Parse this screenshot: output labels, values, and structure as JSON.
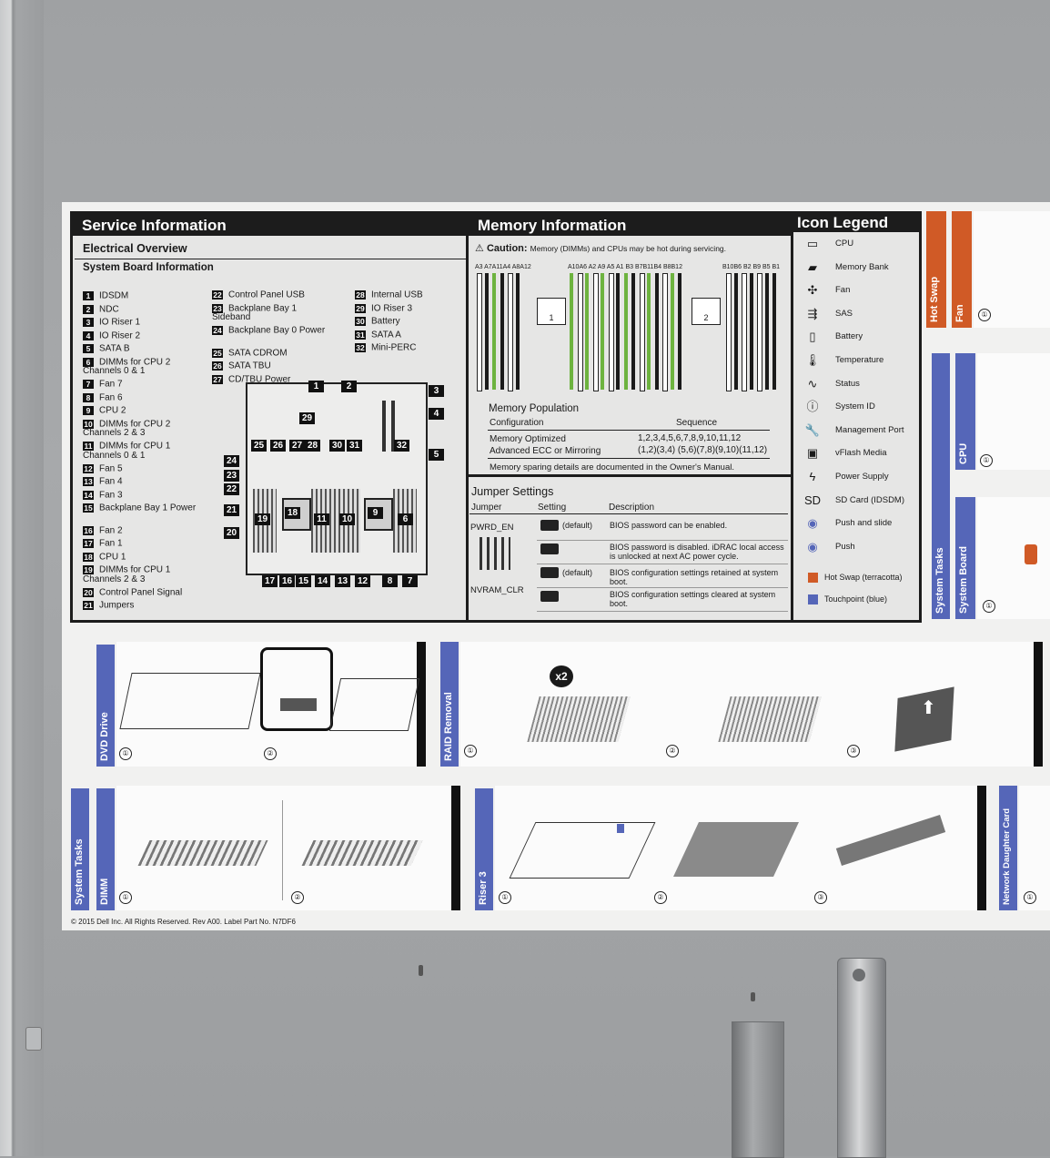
{
  "service": {
    "title": "Service Information",
    "electrical": "Electrical Overview",
    "board_info": "System Board Information",
    "col1": [
      {
        "n": "1",
        "t": "IDSDM"
      },
      {
        "n": "2",
        "t": "NDC"
      },
      {
        "n": "3",
        "t": "IO Riser 1"
      },
      {
        "n": "4",
        "t": "IO Riser 2"
      },
      {
        "n": "5",
        "t": "SATA B"
      },
      {
        "n": "6",
        "t": "DIMMs for CPU 2 Channels 0 & 1"
      },
      {
        "n": "7",
        "t": "Fan 7"
      },
      {
        "n": "8",
        "t": "Fan 6"
      },
      {
        "n": "9",
        "t": "CPU 2"
      },
      {
        "n": "10",
        "t": "DIMMs for CPU 2 Channels 2 & 3"
      },
      {
        "n": "11",
        "t": "DIMMs for CPU 1 Channels 0 & 1"
      },
      {
        "n": "12",
        "t": "Fan 5"
      },
      {
        "n": "13",
        "t": "Fan 4"
      },
      {
        "n": "14",
        "t": "Fan 3"
      },
      {
        "n": "15",
        "t": "Backplane Bay 1 Power"
      },
      {
        "n": "16",
        "t": "Fan 2"
      },
      {
        "n": "17",
        "t": "Fan 1"
      },
      {
        "n": "18",
        "t": "CPU 1"
      },
      {
        "n": "19",
        "t": "DIMMs for CPU 1 Channels 2 & 3"
      },
      {
        "n": "20",
        "t": "Control Panel Signal"
      },
      {
        "n": "21",
        "t": "Jumpers"
      }
    ],
    "col2": [
      {
        "n": "22",
        "t": "Control Panel USB"
      },
      {
        "n": "23",
        "t": "Backplane Bay 1 Sideband"
      },
      {
        "n": "24",
        "t": "Backplane Bay 0 Power"
      },
      {
        "n": "25",
        "t": "SATA CDROM"
      },
      {
        "n": "26",
        "t": "SATA TBU"
      },
      {
        "n": "27",
        "t": "CD/TBU Power"
      }
    ],
    "col3": [
      {
        "n": "28",
        "t": "Internal USB"
      },
      {
        "n": "29",
        "t": "IO Riser 3"
      },
      {
        "n": "30",
        "t": "Battery"
      },
      {
        "n": "31",
        "t": "SATA A"
      },
      {
        "n": "32",
        "t": "Mini-PERC"
      }
    ]
  },
  "memory": {
    "title": "Memory Information",
    "caution": "Caution:",
    "caution_text": "Memory (DIMMs) and CPUs may be hot during servicing.",
    "cpu1": "1",
    "cpu2": "2",
    "slots_a_left": "A3 A7A11A4 A8A12",
    "slots_a_right": "A10A6 A2 A9 A5 A1 B3 B7B11B4 B8B12",
    "slots_b": "B10B6 B2 B9 B5 B1",
    "population": "Memory Population",
    "config_hdr": "Configuration",
    "seq_hdr": "Sequence",
    "rows": [
      {
        "c": "Memory Optimized",
        "s": "1,2,3,4,5,6,7,8,9,10,11,12"
      },
      {
        "c": "Advanced ECC or Mirroring",
        "s": "(1,2)(3,4) (5,6)(7,8)(9,10)(11,12)"
      }
    ],
    "sparing": "Memory sparing details are documented in the Owner's Manual."
  },
  "jumper": {
    "title": "Jumper Settings",
    "h_jumper": "Jumper",
    "h_setting": "Setting",
    "h_desc": "Description",
    "pwrd": "PWRD_EN",
    "nvram": "NVRAM_CLR",
    "rows": [
      {
        "set": "(default)",
        "d": "BIOS password can be enabled."
      },
      {
        "set": "",
        "d": "BIOS password is disabled. iDRAC local access is unlocked at next AC power cycle."
      },
      {
        "set": "(default)",
        "d": "BIOS configuration settings retained at system boot."
      },
      {
        "set": "",
        "d": "BIOS configuration settings cleared at system boot."
      }
    ]
  },
  "legend": {
    "title": "Icon Legend",
    "items": [
      {
        "icon": "cpu-icon",
        "g": "▭",
        "t": "CPU"
      },
      {
        "icon": "memory-bank-icon",
        "g": "▰",
        "t": "Memory Bank"
      },
      {
        "icon": "fan-icon",
        "g": "✣",
        "t": "Fan"
      },
      {
        "icon": "sas-icon",
        "g": "⇶",
        "t": "SAS"
      },
      {
        "icon": "battery-icon",
        "g": "▯",
        "t": "Battery"
      },
      {
        "icon": "temperature-icon",
        "g": "🌡",
        "t": "Temperature"
      },
      {
        "icon": "status-icon",
        "g": "∿",
        "t": "Status"
      },
      {
        "icon": "system-id-icon",
        "g": "ⓘ",
        "t": "System ID"
      },
      {
        "icon": "management-port-icon",
        "g": "🔧",
        "t": "Management Port"
      },
      {
        "icon": "vflash-media-icon",
        "g": "▣",
        "t": "vFlash Media"
      },
      {
        "icon": "power-supply-icon",
        "g": "ϟ",
        "t": "Power Supply"
      },
      {
        "icon": "sd-card-icon",
        "g": "SD",
        "t": "SD Card (IDSDM)"
      },
      {
        "icon": "push-slide-icon",
        "g": "◉",
        "t": "Push and slide"
      },
      {
        "icon": "push-icon",
        "g": "◉",
        "t": "Push"
      }
    ],
    "hot_swap": "Hot Swap (terracotta)",
    "touchpoint": "Touchpoint (blue)"
  },
  "right_tasks": {
    "hot_swap": "Hot Swap",
    "fan": "Fan",
    "system_tasks": "System Tasks",
    "cpu": "CPU",
    "system_board": "System Board"
  },
  "tasks": {
    "dvd": "DVD Drive",
    "raid": "RAID Removal",
    "x2": "x2",
    "system_tasks": "System Tasks",
    "dimm": "DIMM",
    "riser": "Riser 3",
    "ndc": "Network Daughter Card",
    "s1": "①",
    "s2": "②",
    "s3": "③"
  },
  "footer": "© 2015 Dell Inc. All Rights Reserved. Rev A00. Label Part No. N7DF6",
  "colors": {
    "blue": "#5566b8",
    "orange": "#d05a26",
    "green": "#6db33f"
  }
}
